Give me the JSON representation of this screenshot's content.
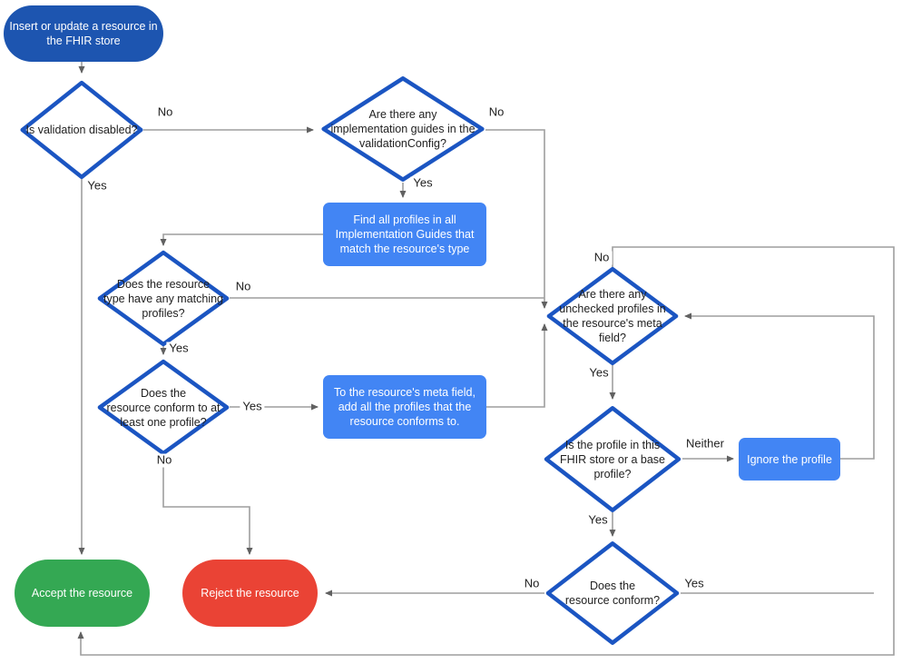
{
  "diagram_title": "FHIR store resource validation flowchart",
  "colors": {
    "bg": "#ffffff",
    "terminal-blue": "#1d55b0",
    "process-blue": "#4285f4",
    "diamond-stroke": "#1b55c2",
    "accept-green": "#34a853",
    "reject-red": "#ea4335",
    "line-gray": "#9e9e9e",
    "arrow-gray": "#616161",
    "text-dark": "#212121"
  },
  "nodes": {
    "start": {
      "type": "terminal",
      "label": "Insert or update a resource in\nthe FHIR store"
    },
    "is_validation_disabled": {
      "type": "decision",
      "label": "Is validation disabled?"
    },
    "implementation_guides": {
      "type": "decision",
      "label": "Are there any\nimplementation guides in the\nvalidationConfig?"
    },
    "find_profiles": {
      "type": "process",
      "label": "Find all profiles in all\nImplementation Guides that\nmatch the resource's type"
    },
    "matching_profiles": {
      "type": "decision",
      "label": "Does the resource\ntype have any matching\nprofiles?"
    },
    "conform_one_profile": {
      "type": "decision",
      "label": "Does the\nresource conform to at\nleast one profile?"
    },
    "add_profiles_meta": {
      "type": "process",
      "label": "To the resource's meta field,\nadd all the profiles that the\nresource conforms to."
    },
    "unchecked_profiles": {
      "type": "decision",
      "label": "Are there any\nunchecked profiles in\nthe resource's meta\nfield?"
    },
    "profile_in_store": {
      "type": "decision",
      "label": "Is the profile in this\nFHIR store or a base\nprofile?"
    },
    "ignore_profile": {
      "type": "process",
      "label": "Ignore the profile"
    },
    "resource_conform": {
      "type": "decision",
      "label": "Does the\nresource conform?"
    },
    "accept": {
      "type": "terminal",
      "label": "Accept the resource"
    },
    "reject": {
      "type": "terminal",
      "label": "Reject the resource"
    }
  },
  "edge_labels": {
    "validation_disabled_no": "No",
    "validation_disabled_yes": "Yes",
    "implementation_guides_no": "No",
    "implementation_guides_yes": "Yes",
    "matching_profiles_no": "No",
    "matching_profiles_yes": "Yes",
    "conform_one_profile_yes": "Yes",
    "conform_one_profile_no": "No",
    "unchecked_profiles_no": "No",
    "unchecked_profiles_yes": "Yes",
    "profile_in_store_neither": "Neither",
    "profile_in_store_yes": "Yes",
    "resource_conform_no": "No",
    "resource_conform_yes": "Yes"
  }
}
